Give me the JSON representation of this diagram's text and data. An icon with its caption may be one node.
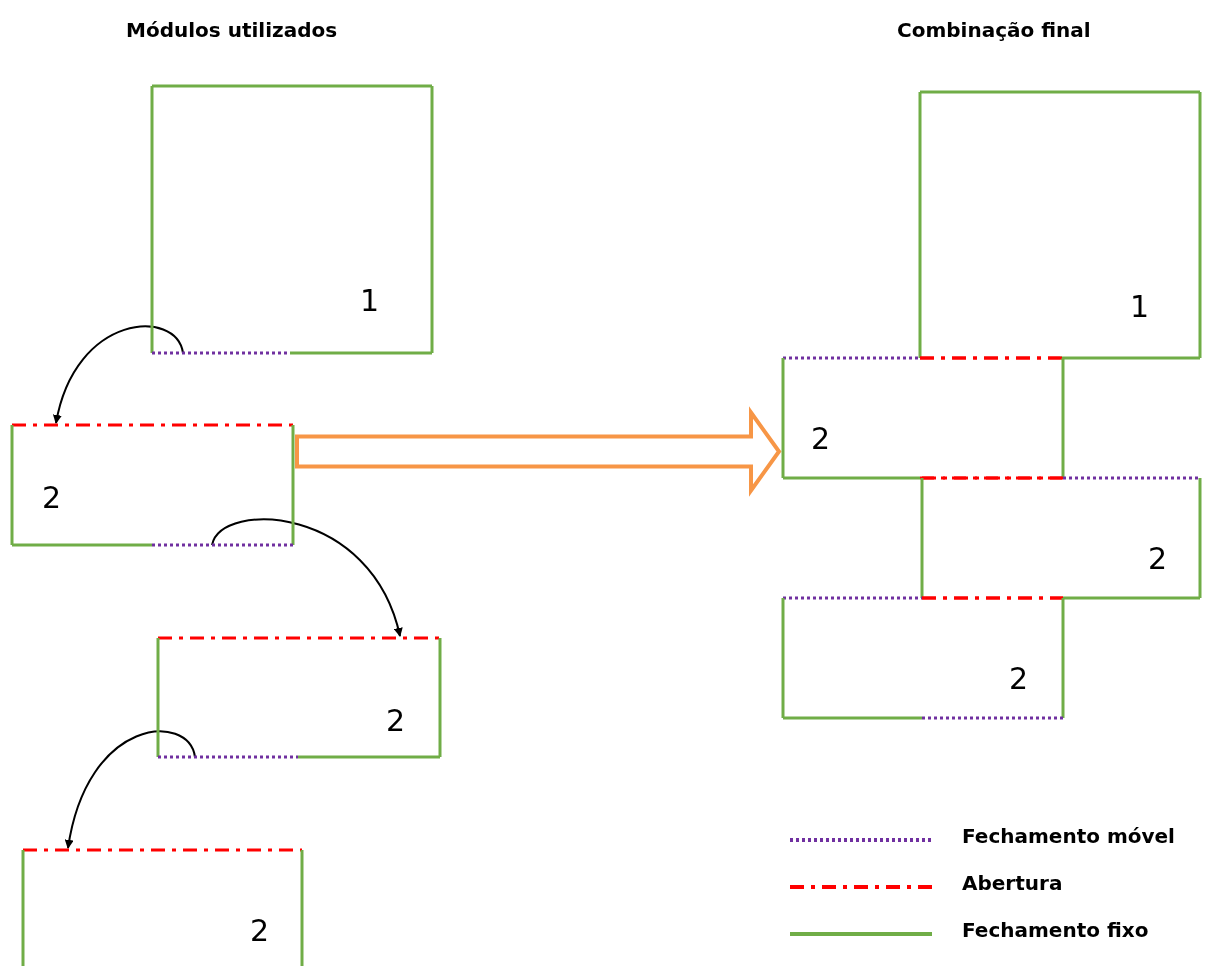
{
  "diagram": {
    "nodes": [
      {
        "text": [
          "1"
        ]
      },
      {
        "text": [
          "2"
        ]
      },
      {
        "text": [
          "2"
        ]
      },
      {
        "text": [
          "2"
        ]
      },
      {
        "text": [
          "1"
        ]
      },
      {
        "text": [
          "2"
        ]
      },
      {
        "text": [
          "2"
        ]
      },
      {
        "text": [
          "2"
        ]
      }
    ],
    "edges": [
      {
        "from": 0,
        "to": 1,
        "arrow": "to"
      },
      {
        "from": 1,
        "to": 2,
        "arrow": "to"
      },
      {
        "from": 2,
        "to": 3,
        "arrow": "to"
      },
      {
        "from": 1,
        "to": 5,
        "arrow": "to",
        "style": "thick",
        "color": "#f79646"
      }
    ],
    "labels": [
      "Módulos utilizados",
      "Combinação final"
    ],
    "legend": [
      {
        "text": "Fechamento móvel"
      },
      {
        "text": "Abertura"
      },
      {
        "text": "Fechamento fixo"
      }
    ]
  }
}
